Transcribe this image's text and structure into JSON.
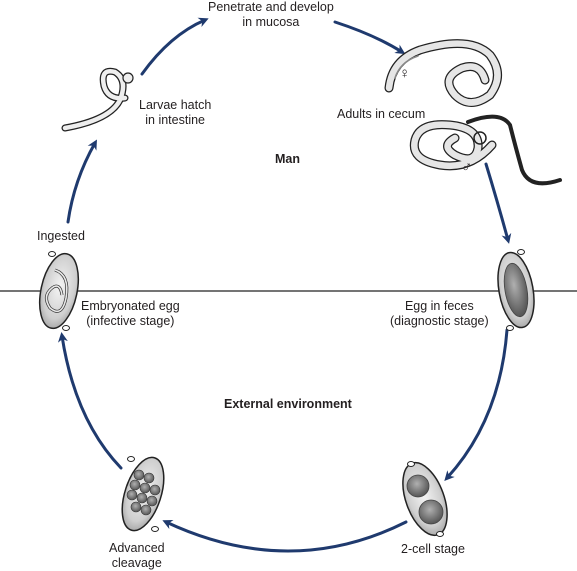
{
  "stages": {
    "penetrate": [
      "Penetrate and develop",
      "in mucosa"
    ],
    "adults": [
      "Adults in cecum"
    ],
    "larvae": [
      "Larvae hatch",
      "in intestine"
    ],
    "ingested": [
      "Ingested"
    ],
    "embryonated": [
      "Embryonated egg",
      "(infective stage)"
    ],
    "feces": [
      "Egg in feces",
      "(diagnostic stage)"
    ],
    "two_cell": [
      "2-cell stage"
    ],
    "advanced": [
      "Advanced",
      "cleavage"
    ]
  },
  "regions": {
    "host": "Man",
    "environment": "External environment"
  },
  "symbols": {
    "female": "♀",
    "male": "♂"
  },
  "colors": {
    "arrow": "#1f3a6e",
    "outline": "#222222",
    "egg_fill": "#d9d9d9",
    "egg_shade": "#9a9a9a",
    "worm_fill": "#e6e6e6"
  }
}
